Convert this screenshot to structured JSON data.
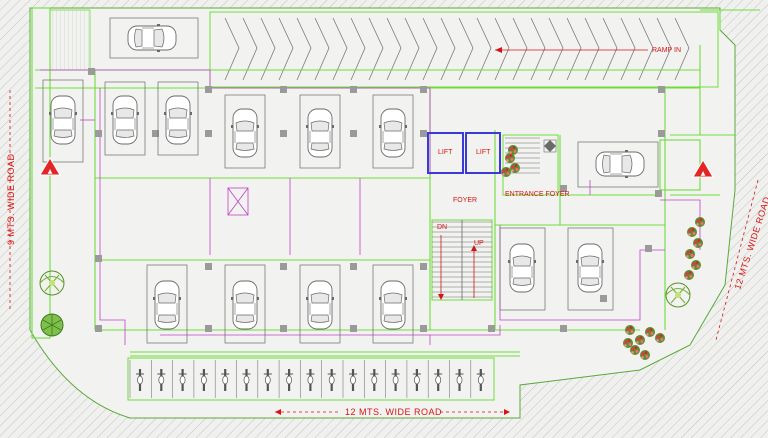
{
  "labels": {
    "ramp": "RAMP IN",
    "lift_1": "LIFT",
    "lift_2": "LIFT",
    "foyer": "FOYER",
    "entrance_foyer": "ENTRANCE FOYER",
    "stair_down": "DN",
    "stair_up": "UP"
  },
  "roads": {
    "left": "9 MTS.  WIDE ROAD",
    "right": "12 MTS.  WIDE ROAD",
    "bottom": "12 MTS.  WIDE ROAD"
  },
  "icons": {
    "warning": "warning-triangle-icon",
    "car": "car-icon",
    "bike": "bike-icon",
    "tree": "tree-icon"
  },
  "colors": {
    "background": "#f0f1ee",
    "hatch": "#b8bab6",
    "wall": "#6fdc3c",
    "column": "#9a9a9a",
    "pipe": "#c040c8",
    "label": "#d41414",
    "lift_wall": "#3a3ad6"
  }
}
